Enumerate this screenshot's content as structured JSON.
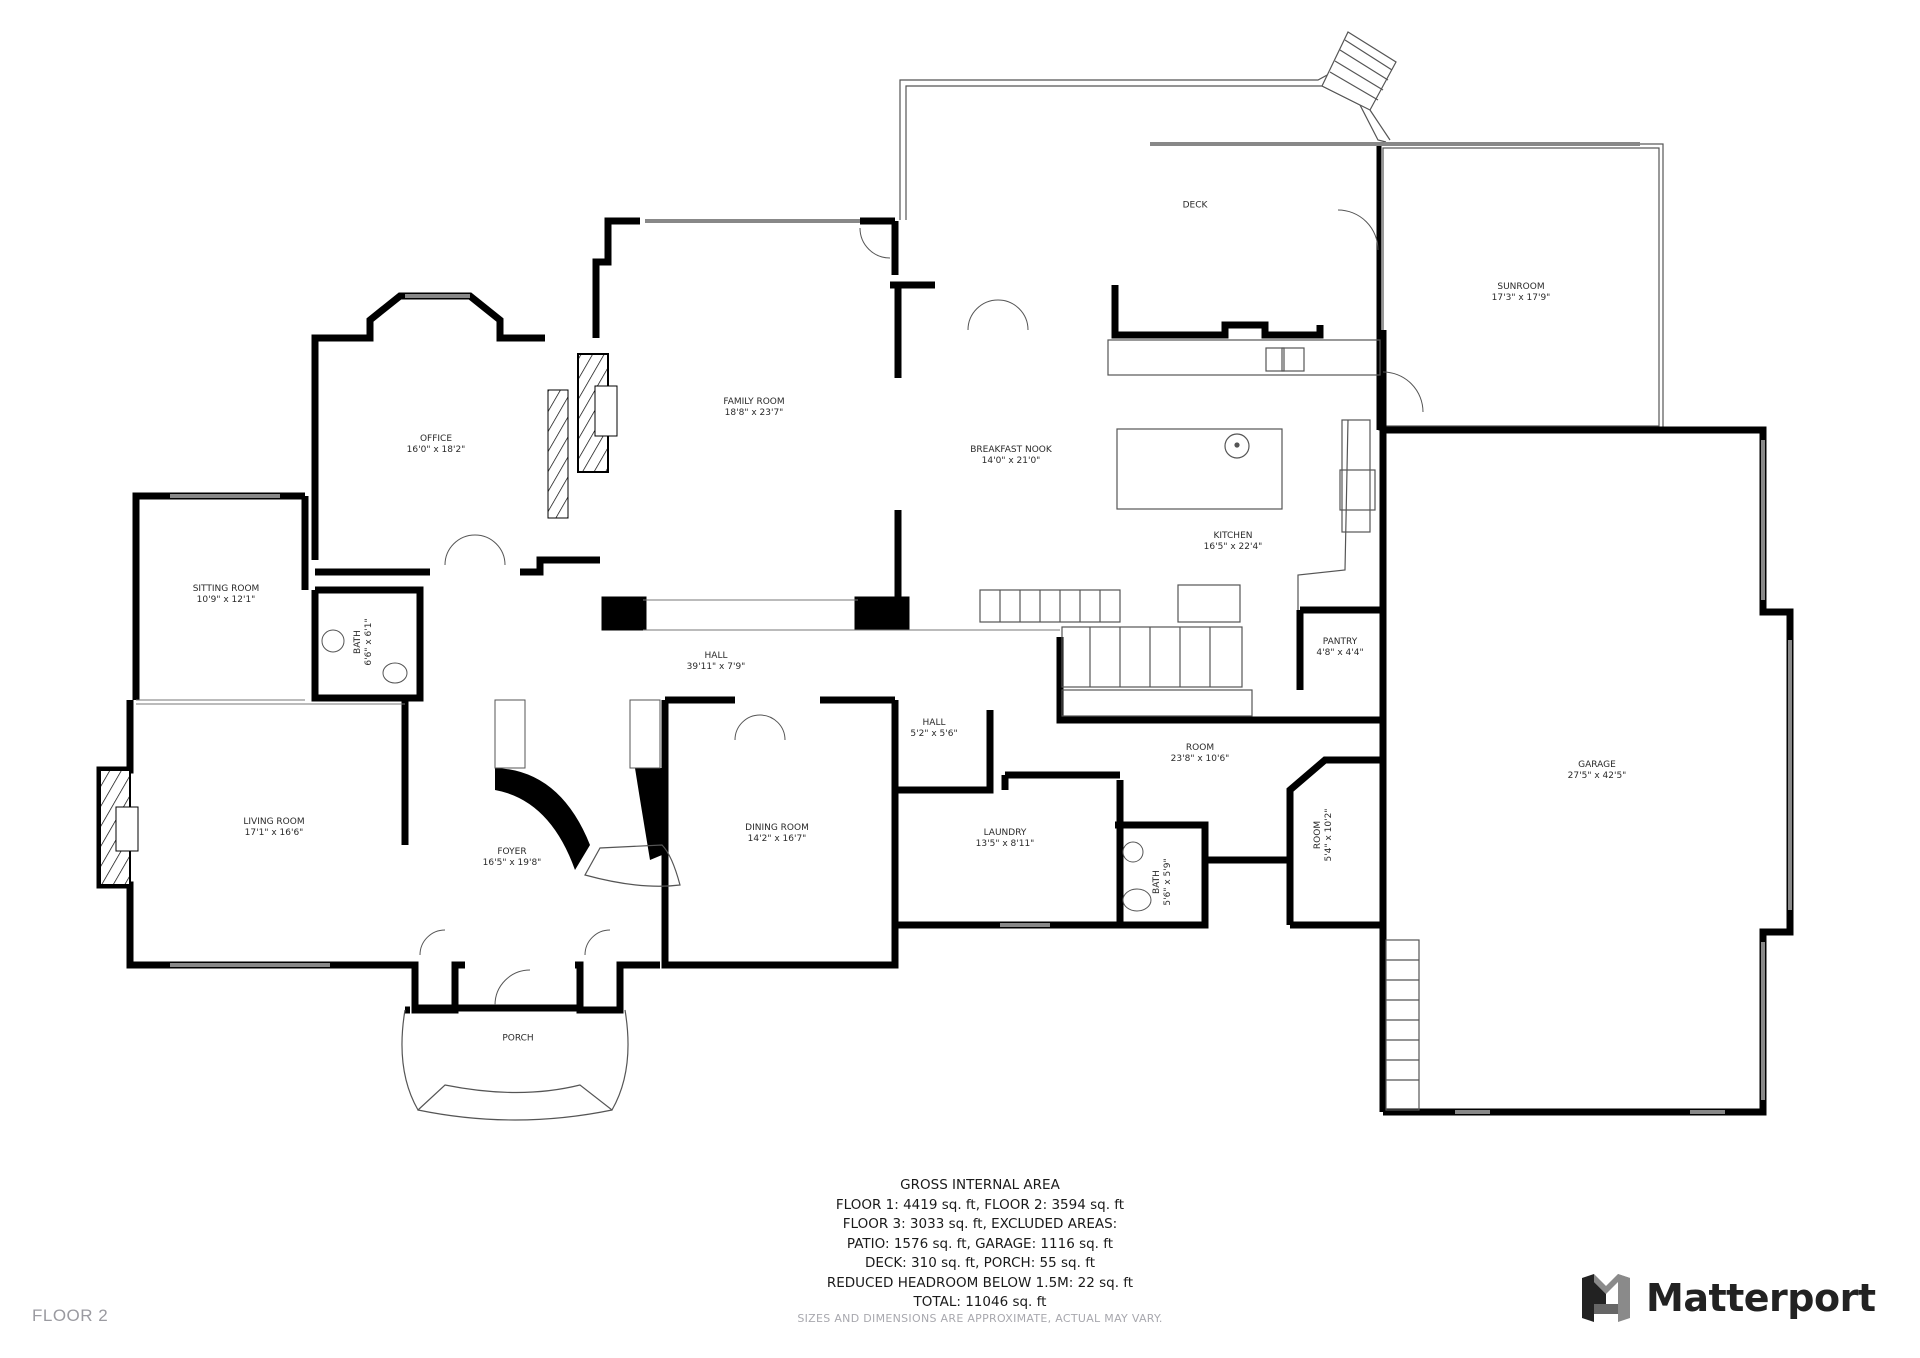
{
  "floor_label": "FLOOR 2",
  "brand": {
    "name": "Matterport",
    "logo_icon": "matterport-logo-icon",
    "primary_color": "#222222",
    "secondary_color": "#8a8a8a"
  },
  "colors": {
    "wall": "#000000",
    "thin_line": "#555555",
    "background": "#ffffff",
    "label": "#2a2a2a",
    "muted_text": "#a8a8ae"
  },
  "rooms": [
    {
      "id": "deck",
      "name": "DECK",
      "dims": ""
    },
    {
      "id": "sunroom",
      "name": "SUNROOM",
      "dims": "17'3\" x 17'9\""
    },
    {
      "id": "office",
      "name": "OFFICE",
      "dims": "16'0\" x 18'2\""
    },
    {
      "id": "family-room",
      "name": "FAMILY ROOM",
      "dims": "18'8\" x 23'7\""
    },
    {
      "id": "breakfast-nook",
      "name": "BREAKFAST NOOK",
      "dims": "14'0\" x 21'0\""
    },
    {
      "id": "kitchen",
      "name": "KITCHEN",
      "dims": "16'5\" x 22'4\""
    },
    {
      "id": "sitting-room",
      "name": "SITTING ROOM",
      "dims": "10'9\" x 12'1\""
    },
    {
      "id": "bath-1",
      "name": "BATH",
      "dims": "6'6\" x 6'1\""
    },
    {
      "id": "hall-main",
      "name": "HALL",
      "dims": "39'11\" x 7'9\""
    },
    {
      "id": "pantry",
      "name": "PANTRY",
      "dims": "4'8\" x 4'4\""
    },
    {
      "id": "hall-small",
      "name": "HALL",
      "dims": "5'2\" x 5'6\""
    },
    {
      "id": "room-1",
      "name": "ROOM",
      "dims": "23'8\" x 10'6\""
    },
    {
      "id": "garage",
      "name": "GARAGE",
      "dims": "27'5\" x 42'5\""
    },
    {
      "id": "living-room",
      "name": "LIVING ROOM",
      "dims": "17'1\" x 16'6\""
    },
    {
      "id": "foyer",
      "name": "FOYER",
      "dims": "16'5\" x 19'8\""
    },
    {
      "id": "dining-room",
      "name": "DINING ROOM",
      "dims": "14'2\" x 16'7\""
    },
    {
      "id": "laundry",
      "name": "LAUNDRY",
      "dims": "13'5\" x 8'11\""
    },
    {
      "id": "bath-2",
      "name": "BATH",
      "dims": "5'6\" x 5'9\""
    },
    {
      "id": "room-2",
      "name": "ROOM",
      "dims": "5'4\" x 10'2\""
    },
    {
      "id": "porch",
      "name": "PORCH",
      "dims": ""
    }
  ],
  "area_summary": {
    "title": "GROSS INTERNAL AREA",
    "lines": [
      "FLOOR 1: 4419 sq. ft, FLOOR 2: 3594 sq. ft",
      "FLOOR 3: 3033 sq. ft, EXCLUDED AREAS:",
      "PATIO: 1576 sq. ft, GARAGE: 1116 sq. ft",
      "DECK: 310 sq. ft, PORCH: 55 sq. ft",
      "REDUCED HEADROOM BELOW 1.5M: 22 sq. ft",
      "TOTAL: 11046 sq. ft"
    ],
    "values": {
      "floor_1_sqft": 4419,
      "floor_2_sqft": 3594,
      "floor_3_sqft": 3033,
      "patio_sqft": 1576,
      "garage_sqft": 1116,
      "deck_sqft": 310,
      "porch_sqft": 55,
      "reduced_headroom_sqft": 22,
      "total_sqft": 11046
    },
    "disclaimer": "SIZES AND DIMENSIONS ARE APPROXIMATE, ACTUAL MAY VARY."
  }
}
